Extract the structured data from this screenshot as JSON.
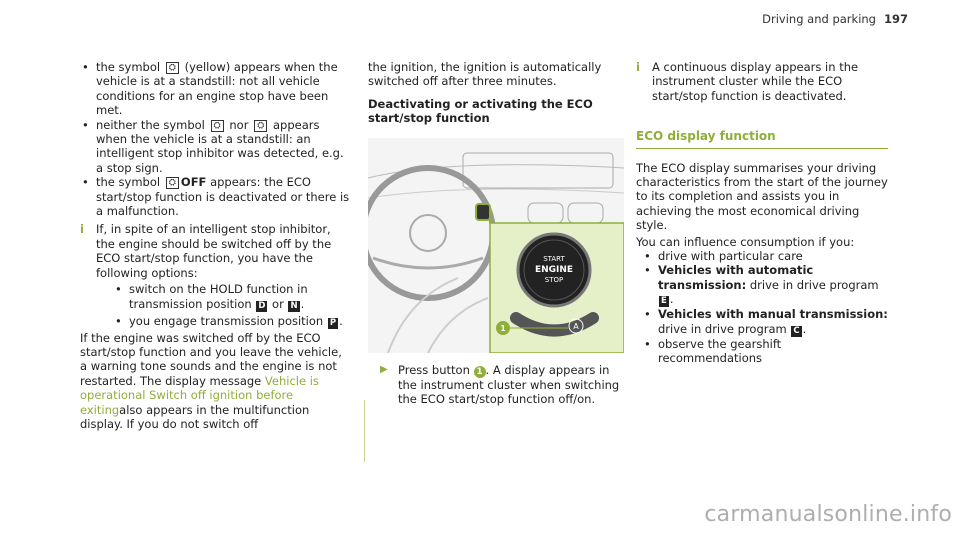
{
  "header": {
    "section": "Driving and parking",
    "page_number": "197"
  },
  "col1": {
    "b1_pre": "the symbol",
    "b1_sym": "⛭",
    "b1_post": "(yellow) appears when the vehicle is at a standstill: not all vehicle conditions for an engine stop have been met.",
    "b2_pre": "neither the symbol",
    "b2_sym1": "⛭",
    "b2_mid": "nor",
    "b2_sym2": "⛭",
    "b2_post": "appears when the vehicle is at a standstill: an intelligent stop inhibitor was detected, e.g. a stop sign.",
    "b3_pre": "the symbol",
    "b3_sym": "⛭",
    "b3_off": "OFF",
    "b3_post": "appears: the ECO start/stop function is deactivated or there is a malfunction.",
    "note_icon": "i",
    "note_text": "If, in spite of an intelligent stop inhibitor, the engine should be switched off by the ECO start/stop function, you have the following options:",
    "sub1_pre": "switch on the HOLD function in transmission position",
    "sub1_key1": "D",
    "sub1_mid": "or",
    "sub1_key2": "N",
    "sub1_post": ".",
    "sub2_pre": "you engage transmission position",
    "sub2_key": "P",
    "sub2_post": ".",
    "para_pre": "If the engine was switched off by the ECO start/stop function and you leave the vehicle, a warning tone sounds and the engine is not restarted. The display message",
    "para_msg": "Vehicle is operational Switch off ignition before exiting",
    "para_post": "also appears in the multifunction display. If you do not switch off"
  },
  "col2": {
    "para": "the ignition, the ignition is automatically switched off after three minutes.",
    "heading": "Deactivating or activating the ECO start/stop function",
    "figure": {
      "btn_start": "START",
      "btn_engine": "ENGINE",
      "btn_stop": "STOP",
      "callout": "1",
      "eco_symbol": "A"
    },
    "step_pre": "Press button",
    "step_callout": "1",
    "step_post": ". A display appears in the instrument cluster when switching the ECO start/stop function off/on."
  },
  "col3": {
    "note_icon": "i",
    "note_text": "A continuous display appears in the instrument cluster while the ECO start/stop function is deactivated.",
    "section_title": "ECO display function",
    "para1": "The ECO display summarises your driving characteristics from the start of the journey to its completion and assists you in achieving the most economical driving style.",
    "para2": "You can influence consumption if you:",
    "b1": "drive with particular care",
    "b2_bold": "Vehicles with automatic transmission:",
    "b2_pre": "drive in drive program",
    "b2_key": "E",
    "b2_post": ".",
    "b3_bold": "Vehicles with manual transmission:",
    "b3_pre": "drive in drive program",
    "b3_key": "C",
    "b3_post": ".",
    "b4": "observe the gearshift recommendations"
  },
  "watermark": "carmanualsonline.info",
  "colors": {
    "accent": "#8fae3a",
    "text": "#222222"
  }
}
